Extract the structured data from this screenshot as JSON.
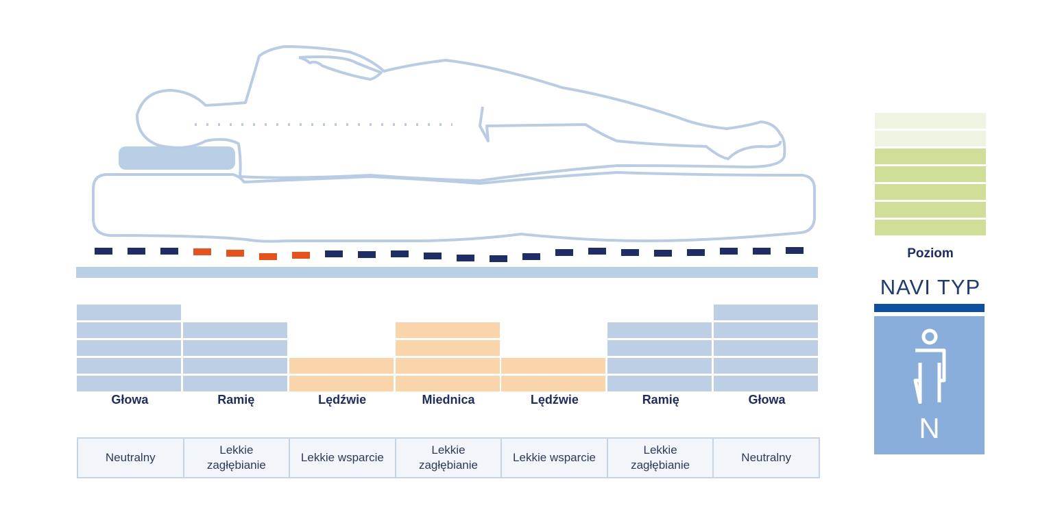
{
  "colors": {
    "outline": "#b8cde5",
    "pillow": "#b9cfe5",
    "dash_blue": "#1e2d66",
    "dash_orange": "#e8501c",
    "floor_bar": "#b9cfe5",
    "block_blue": "#bccfe4",
    "block_orange": "#fad5ac",
    "scale_light": "#eef3e2",
    "scale_green": "#cfdf98",
    "navi_accent": "#0e4f9f",
    "navi_box": "#8aaedb",
    "label_text": "#1e2d66"
  },
  "zones": [
    {
      "label": "Głowa",
      "blocks": 5,
      "color": "blue",
      "description": [
        "Neutralny"
      ]
    },
    {
      "label": "Ramię",
      "blocks": 4,
      "color": "blue",
      "description": [
        "Lekkie",
        "zagłębianie"
      ]
    },
    {
      "label": "Lędźwie",
      "blocks": 2,
      "color": "orange",
      "description": [
        "Lekkie wsparcie"
      ]
    },
    {
      "label": "Miednica",
      "blocks": 4,
      "color": "orange",
      "description": [
        "Lekkie",
        "zagłębianie"
      ]
    },
    {
      "label": "Lędźwie",
      "blocks": 2,
      "color": "orange",
      "description": [
        "Lekkie wsparcie"
      ]
    },
    {
      "label": "Ramię",
      "blocks": 4,
      "color": "blue",
      "description": [
        "Lekkie",
        "zagłębianie"
      ]
    },
    {
      "label": "Głowa",
      "blocks": 5,
      "color": "blue",
      "description": [
        "Neutralny"
      ]
    }
  ],
  "level_scale": {
    "label": "Poziom",
    "segments": [
      "light",
      "light",
      "green",
      "green",
      "green",
      "green",
      "green"
    ]
  },
  "navi": {
    "title": "NAVI TYP",
    "letter": "N",
    "icon": "person-icon"
  },
  "spine_line": {
    "dash_colors": [
      "blue",
      "blue",
      "blue",
      "orange",
      "orange",
      "orange",
      "orange",
      "blue",
      "blue",
      "blue",
      "blue",
      "blue",
      "blue",
      "blue",
      "blue",
      "blue",
      "blue",
      "blue",
      "blue",
      "blue",
      "blue",
      "blue",
      "blue"
    ]
  }
}
